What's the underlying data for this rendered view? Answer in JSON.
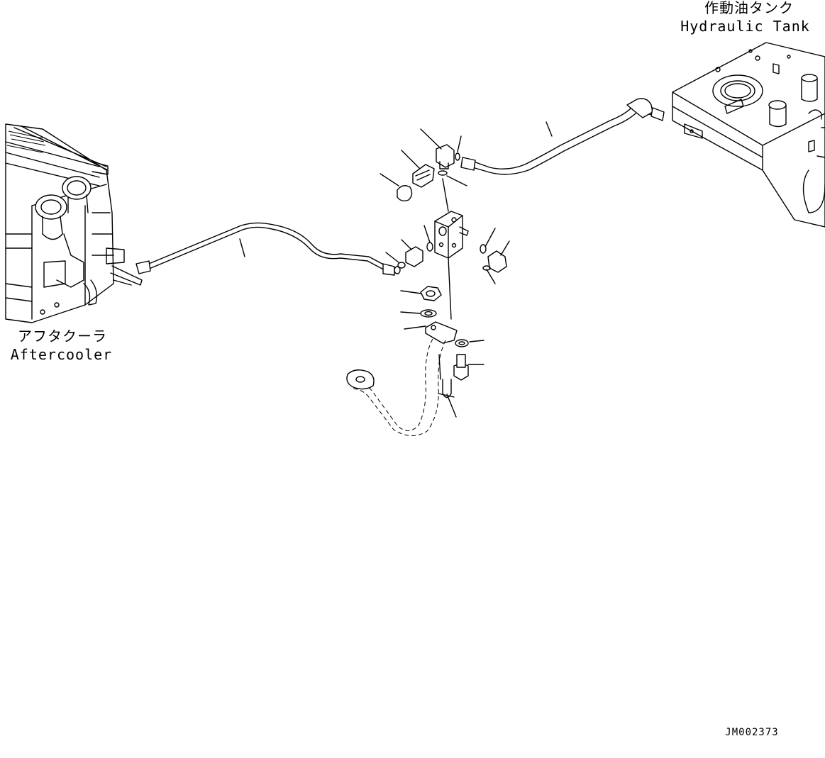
{
  "labels": {
    "hydraulic_tank_jp": "作動油タンク",
    "hydraulic_tank_en": "Hydraulic Tank",
    "aftercooler_jp": "アフタクーラ",
    "aftercooler_en": "Aftercooler",
    "drawing_code": "JM002373"
  }
}
